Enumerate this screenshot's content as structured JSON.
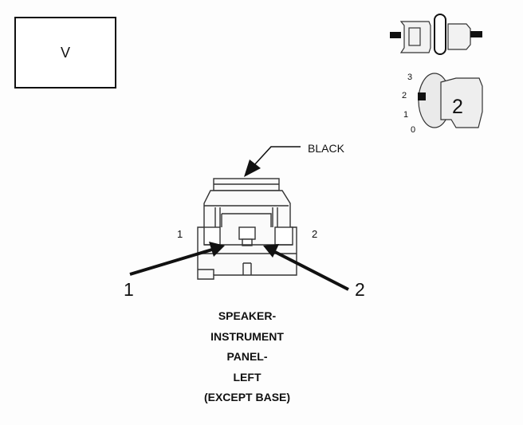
{
  "view_label": "V",
  "wire_color": "BLACK",
  "connector_numbers": {
    "one": "1",
    "two": "2"
  },
  "callouts": {
    "one": "1",
    "two": "2"
  },
  "icon": {
    "scale_top": "3",
    "scale_mid": "2",
    "scale_low": "1",
    "scale_zero": "0",
    "key_number": "2"
  },
  "caption_lines": [
    "SPEAKER-",
    "INSTRUMENT",
    "PANEL-",
    "LEFT",
    "(EXCEPT BASE)"
  ]
}
